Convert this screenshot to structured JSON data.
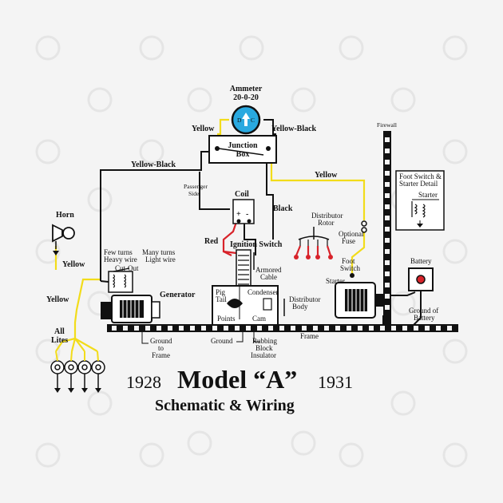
{
  "title": {
    "year_start": "1928",
    "model": "Model “A”",
    "year_end": "1931",
    "subtitle": "Schematic & Wiring"
  },
  "labels": {
    "ammeter": "Ammeter",
    "ammeter_scale": "20-0-20",
    "ammeter_d": "D",
    "ammeter_c": "C",
    "yellow_top": "Yellow",
    "yellow_black_top": "Yellow-Black",
    "junction_1": "Junction",
    "junction_2": "Box",
    "yellow_black_left": "Yellow-Black",
    "yellow_mid": "Yellow",
    "firewall": "Firewall",
    "passenger_1": "Passenger",
    "passenger_2": "Side",
    "coil": "Coil",
    "coil_plus": "+",
    "coil_minus": "-",
    "black": "Black",
    "horn": "Horn",
    "yellow_horn": "Yellow",
    "distributor_rotor_1": "Distributor",
    "distributor_rotor_2": "Rotor",
    "optional_fuse_1": "Optional",
    "optional_fuse_2": "Fuse",
    "red": "Red",
    "ignition_switch": "Ignition Switch",
    "few_turns_1": "Few turns",
    "few_turns_2": "Heavy wire",
    "many_turns_1": "Many turns",
    "many_turns_2": "Light wire",
    "cut_out": "Cut-Out",
    "armored_1": "Armored",
    "armored_2": "Cable",
    "foot_switch_1": "Foot",
    "foot_switch_2": "Switch",
    "starter": "Starter",
    "battery": "Battery",
    "generator": "Generator",
    "yellow_left": "Yellow",
    "pig_1": "Pig",
    "pig_2": "Tail",
    "condenser": "Condenser",
    "distributor_body_1": "Distributor",
    "distributor_body_2": "Body",
    "points": "Points",
    "cam": "Cam",
    "ground_of_battery_1": "Ground of",
    "ground_of_battery_2": "Battery",
    "all_lites_1": "All",
    "all_lites_2": "Lites",
    "frame": "Frame",
    "ground_to_frame_1": "Ground",
    "ground_to_frame_2": "to",
    "ground_to_frame_3": "Frame",
    "ground": "Ground",
    "rubbing_1": "Rubbing",
    "rubbing_2": "Block",
    "rubbing_3": "Insulator",
    "detail_1": "Foot Switch &",
    "detail_2": "Starter Detail",
    "detail_starter": "Starter"
  },
  "colors": {
    "yellow_wire": "#f2dc1a",
    "red_wire": "#d8232a",
    "black_wire": "#111111",
    "ammeter_blue": "#29a9e0",
    "background": "#f4f4f4"
  }
}
